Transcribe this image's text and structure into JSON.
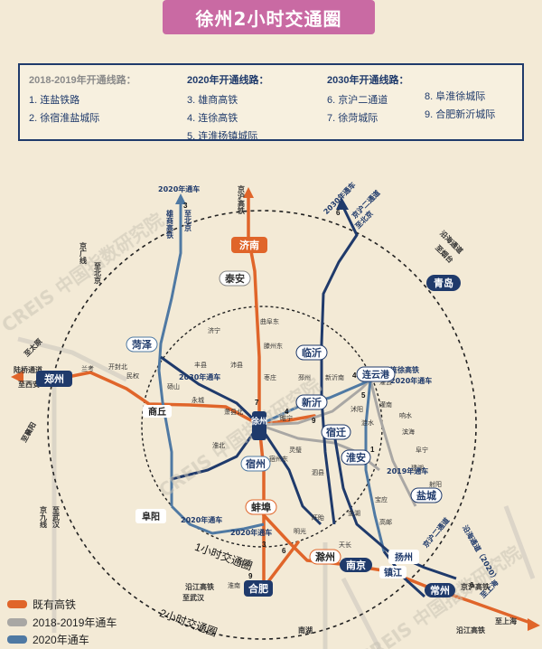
{
  "title": "徐州2小时交通圈",
  "legend": {
    "groups": [
      {
        "heading": "2018-2019年开通线路：",
        "items": [
          "1. 连盐铁路",
          "2. 徐宿淮盐城际"
        ]
      },
      {
        "heading": "2020年开通线路：",
        "items": [
          "3. 雄商高铁",
          "4. 连徐高铁",
          "5. 连淮扬镇城际"
        ]
      },
      {
        "heading": "2030年开通线路：",
        "items": [
          "6. 京沪二通道",
          "7. 徐菏城际"
        ]
      },
      {
        "heading": "",
        "items": [
          "8. 阜淮徐城际",
          "9. 合肥新沂城际"
        ]
      }
    ]
  },
  "colors": {
    "existing": "#e0652a",
    "y2018": "#a9a7a4",
    "y2020": "#4f79a3",
    "y2030": "#1f3a6b",
    "banner": "#c96aa3"
  },
  "key": [
    {
      "label": "既有高铁",
      "color": "#e0652a"
    },
    {
      "label": "2018-2019年通车",
      "color": "#a9a7a4"
    },
    {
      "label": "2020年通车",
      "color": "#4f79a3"
    }
  ],
  "watermark": "CREIS 中国指数研究院",
  "circle_labels": {
    "one_hour": "1小时交通圈",
    "two_hour": "2小时交通圈"
  },
  "cities": [
    {
      "name": "济南"
    },
    {
      "name": "泰安"
    },
    {
      "name": "青岛"
    },
    {
      "name": "临沂"
    },
    {
      "name": "菏泽"
    },
    {
      "name": "郑州"
    },
    {
      "name": "商丘"
    },
    {
      "name": "徐州"
    },
    {
      "name": "新沂"
    },
    {
      "name": "宿迁"
    },
    {
      "name": "连云港"
    },
    {
      "name": "淮安"
    },
    {
      "name": "盐城"
    },
    {
      "name": "宿州"
    },
    {
      "name": "阜阳"
    },
    {
      "name": "蚌埠"
    },
    {
      "name": "滁州"
    },
    {
      "name": "南京"
    },
    {
      "name": "扬州"
    },
    {
      "name": "镇江"
    },
    {
      "name": "常州"
    },
    {
      "name": "合肥"
    }
  ],
  "line_labels": [
    "2020年通车",
    "雄商高铁",
    "至北京",
    "京沪高铁",
    "京广线",
    "至北京",
    "2030年通车",
    "京沪二通道",
    "至北京",
    "沿海通道",
    "至烟台",
    "连徐高铁",
    "2020年通车",
    "2030年通车",
    "2019年通车",
    "2020年通车",
    "2020年通车",
    "京沪二通道",
    "沿海通道（2020）",
    "至上海",
    "京沪高铁",
    "至上海",
    "沿江高铁",
    "沿江高铁",
    "至武汉",
    "陆桥通道",
    "至西安",
    "至太原",
    "至襄阳",
    "京九线",
    "至武汉",
    "南湖"
  ],
  "small_stations": [
    "曲阜东",
    "滕州东",
    "枣庄",
    "济宁",
    "丰县",
    "沛县",
    "砀山",
    "萧县北",
    "永城",
    "淮北",
    "宿州东",
    "灵璧",
    "泗县",
    "睢宁",
    "邳州",
    "新沂南",
    "沭阳",
    "灌云",
    "灌南",
    "涟水",
    "阜宁",
    "建湖",
    "滨海",
    "响水",
    "射阳",
    "宝应",
    "高邮",
    "淮南",
    "定远",
    "明光",
    "盱眙",
    "天长",
    "金湖",
    "兰考",
    "开封北",
    "民权"
  ]
}
